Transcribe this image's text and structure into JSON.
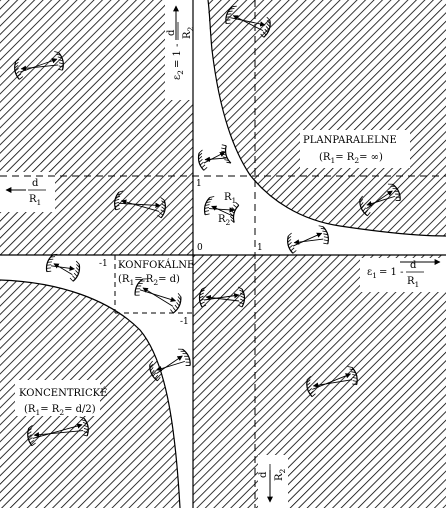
{
  "labels": {
    "planparalelne": "PLANPARALELNE",
    "planparalelne_condition_R1": "(R",
    "planparalelne_condition_rest": "= R",
    "planparalelne_condition_end": "= ∞)",
    "konfokalne": "KONFOKÁLNE",
    "konfokalne_cond_a": "(R",
    "konfokalne_cond_b": "= R",
    "konfokalne_cond_c": "= d)",
    "koncentricke": "KONCENTRICKÉ",
    "koncentricke_cond_a": "(R",
    "koncentricke_cond_b": "= R",
    "koncentricke_cond_c": "= d/2)",
    "sub1": "1",
    "sub2": "2"
  },
  "axes": {
    "eps1_left": "ε",
    "eps1_sub": "1",
    "eps1_eq": "= 1 -",
    "eps2_left": "ε",
    "eps2_sub": "2",
    "eps2_eq": "= 1 -",
    "frac_d": "d",
    "frac_R1": "R",
    "frac_R2": "R",
    "tick_1_x": "1",
    "tick_1_y": "1",
    "tick_0": "0",
    "tick_m1_x": "-1",
    "tick_m1_y": "-1",
    "R1_label": "R",
    "R2_label": "R"
  },
  "colors": {
    "ink": "#000000",
    "background": "#ffffff"
  },
  "icons": {
    "arrow": "arrow-head",
    "mirror": "hatched-mirror"
  }
}
